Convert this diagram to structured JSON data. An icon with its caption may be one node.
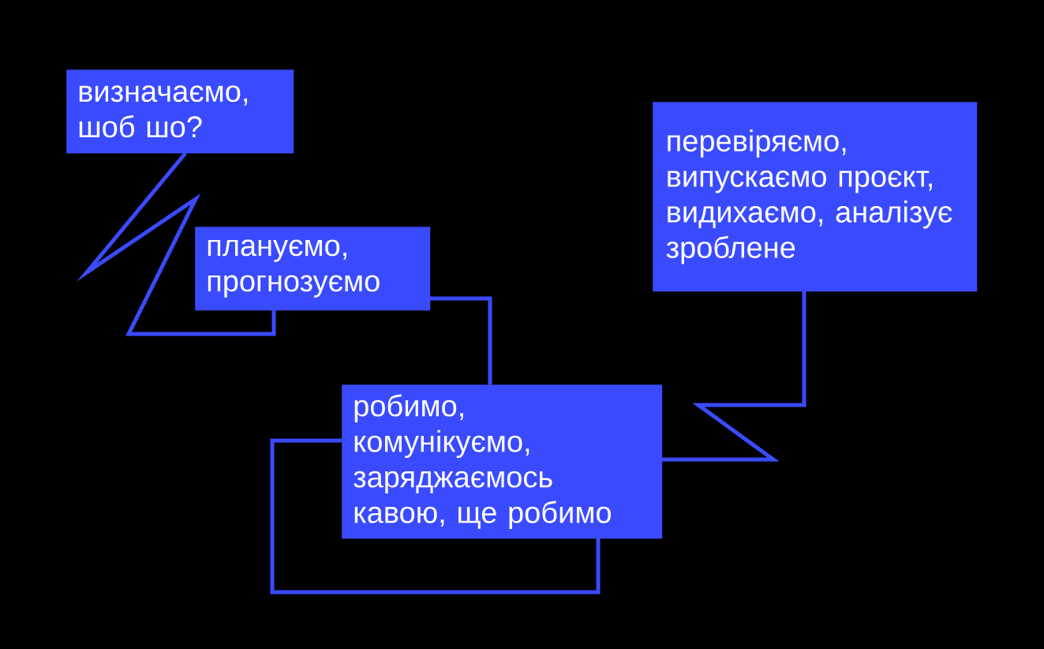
{
  "diagram": {
    "nodes": [
      {
        "text": [
          "визначаємо, шоб шо?"
        ]
      },
      {
        "text": [
          "плануємо, прогнозуємо"
        ]
      },
      {
        "text": [
          "робимо, комунікуємо, заряджаємось кавою, ще робимо"
        ]
      },
      {
        "text": [
          "перевіряємо, випускаємо проєкт, видихаємо, аналізує зроблене"
        ]
      }
    ],
    "edges": [
      {
        "from": 0,
        "to": 1,
        "arrow": "none"
      },
      {
        "from": 1,
        "to": 2,
        "arrow": "none"
      },
      {
        "from": 2,
        "to": 2,
        "arrow": "none"
      },
      {
        "from": 2,
        "to": 3,
        "arrow": "none"
      }
    ]
  }
}
